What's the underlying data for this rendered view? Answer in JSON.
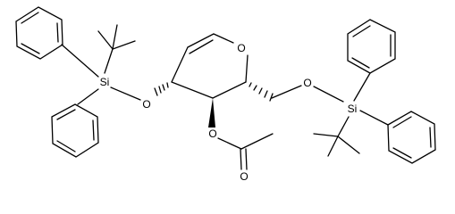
{
  "molecule": {
    "atoms": {
      "ring_oxygen": "O",
      "silyl_ether_oxygen_left": "O",
      "silicon_left": "Si",
      "acetate_ester_oxygen": "O",
      "acetate_carbonyl_oxygen": "O",
      "silyl_ether_oxygen_right": "O",
      "silicon_right": "Si"
    },
    "colors": {
      "ink": "#000000",
      "background": "#ffffff"
    }
  }
}
